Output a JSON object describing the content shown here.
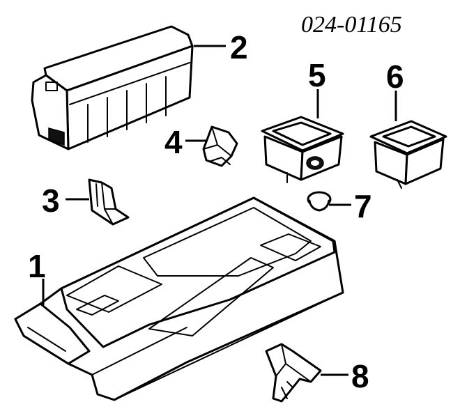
{
  "diagram": {
    "part_code": "024-01165",
    "callouts": [
      {
        "id": "1",
        "label": "1"
      },
      {
        "id": "2",
        "label": "2"
      },
      {
        "id": "3",
        "label": "3"
      },
      {
        "id": "4",
        "label": "4"
      },
      {
        "id": "5",
        "label": "5"
      },
      {
        "id": "6",
        "label": "6"
      },
      {
        "id": "7",
        "label": "7"
      },
      {
        "id": "8",
        "label": "8"
      }
    ]
  }
}
